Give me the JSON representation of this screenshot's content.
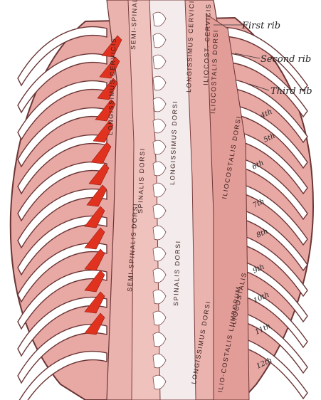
{
  "figure": {
    "colors": {
      "muscle": "#e8a8a4",
      "muscle_dark": "#c77c78",
      "highlight": "#e0321f",
      "outline": "#6b3535",
      "bone": "#f4ecec"
    },
    "rib_labels": [
      {
        "id": "first-rib",
        "text": "First rib"
      },
      {
        "id": "second-rib",
        "text": "Second rib"
      },
      {
        "id": "third-rib",
        "text": "Third rib"
      }
    ],
    "rib_numbers": [
      "4th",
      "5th",
      "6th",
      "7th",
      "8th",
      "9th",
      "10th",
      "11th",
      "12th"
    ],
    "muscle_labels": {
      "longissimus_cervicis": "LONGISSIMUS CERVICIS",
      "semi_spinalis_top": "SEMI-SPINALIS",
      "longissimus_cervicis_right": "LONGISSIMUS CERVICIS",
      "iliocost_cervicis": "ILIOCOST. CERVICIS",
      "iliocostalis_dorsi_upper": "ILIOCOSTALIS DORSI",
      "iliocostalis_dorsi": "ILIOCOSTALIS DORSI",
      "semi_spinalis_dorsi": "SEMI-SPINALIS DORSI",
      "spinalis_dorsi": "SPINALIS DORSI",
      "spinalis_dorsi_lower": "SPINALIS DORSI",
      "longissimus_dorsi": "LONGISSIMUS DORSI",
      "longissimus_dorsi_lower": "LONGISSIMUS DORSI",
      "ilio_costalis_lumborum": "ILIO-COSTALIS LUMBORUM",
      "iliocostalis": "ILIOCOSTALIS"
    }
  }
}
